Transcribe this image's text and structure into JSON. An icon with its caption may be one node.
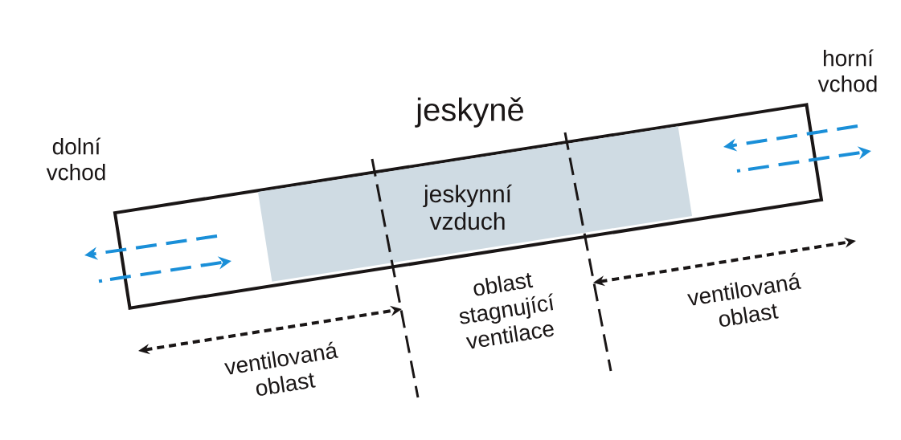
{
  "diagram": {
    "nodes": [
      {
        "text": [
          "jeskyně"
        ]
      },
      {
        "text": [
          "jeskynní vzduch"
        ],
        "in": 0
      }
    ],
    "labels": [
      "dolní vchod",
      "horní vchod",
      "ventilovaná oblast",
      "oblast stagnující ventilace",
      "ventilovaná oblast"
    ]
  }
}
